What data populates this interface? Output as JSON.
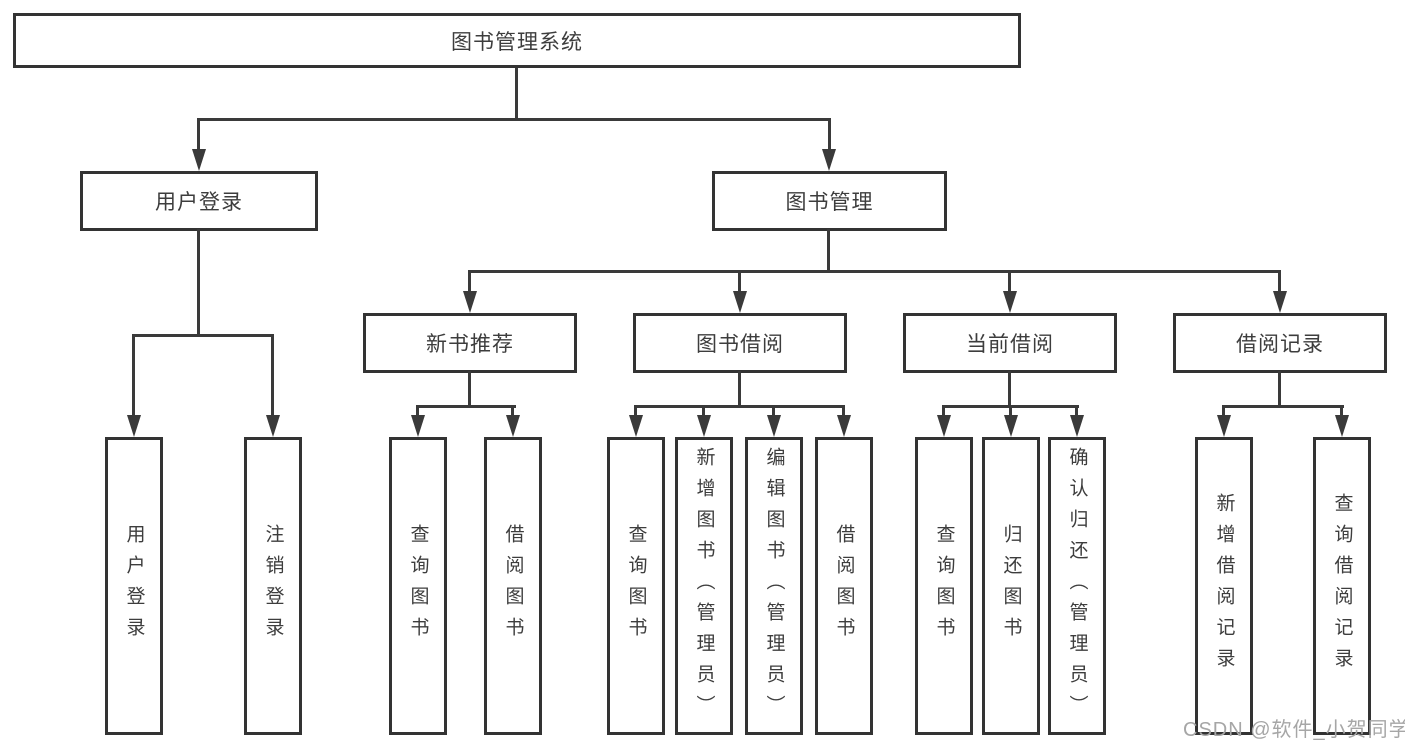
{
  "diagram": {
    "root": {
      "label": "图书管理系统"
    },
    "branches": [
      {
        "label": "用户登录",
        "children": [
          {
            "label": "用户登录"
          },
          {
            "label": "注销登录"
          }
        ]
      },
      {
        "label": "图书管理",
        "children": [
          {
            "label": "新书推荐",
            "children": [
              {
                "label": "查询图书"
              },
              {
                "label": "借阅图书"
              }
            ]
          },
          {
            "label": "图书借阅",
            "children": [
              {
                "label": "查询图书"
              },
              {
                "label": "新增图书（管理员）"
              },
              {
                "label": "编辑图书（管理员）"
              },
              {
                "label": "借阅图书"
              }
            ]
          },
          {
            "label": "当前借阅",
            "children": [
              {
                "label": "查询图书"
              },
              {
                "label": "归还图书"
              },
              {
                "label": "确认归还（管理员）"
              }
            ]
          },
          {
            "label": "借阅记录",
            "children": [
              {
                "label": "新增借阅记录"
              },
              {
                "label": "查询借阅记录"
              }
            ]
          }
        ]
      }
    ],
    "watermark": "CSDN @软件_小贺同学"
  },
  "colors": {
    "line": "#3a3a3a",
    "border": "#333333",
    "text": "#3d3d3d",
    "background": "#ffffff",
    "watermark": "#a6a6a6"
  }
}
